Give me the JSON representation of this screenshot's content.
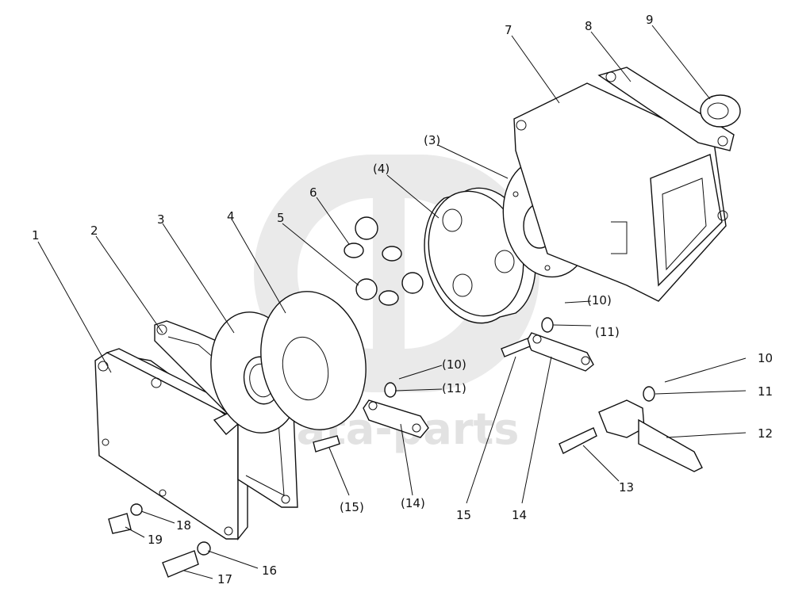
{
  "watermark": {
    "text": "data-parts",
    "logo_color": "#cfcfcf"
  },
  "callouts": [
    {
      "id": "c1",
      "label": "1"
    },
    {
      "id": "c2",
      "label": "2"
    },
    {
      "id": "c3",
      "label": "3"
    },
    {
      "id": "c4",
      "label": "4"
    },
    {
      "id": "c5",
      "label": "5"
    },
    {
      "id": "c6",
      "label": "6"
    },
    {
      "id": "c7",
      "label": "7"
    },
    {
      "id": "c8",
      "label": "8"
    },
    {
      "id": "c9",
      "label": "9"
    },
    {
      "id": "c3b",
      "label": "(3)"
    },
    {
      "id": "c4b",
      "label": "(4)"
    },
    {
      "id": "c10a",
      "label": "(10)"
    },
    {
      "id": "c11a",
      "label": "(11)"
    },
    {
      "id": "c10b",
      "label": "(10)"
    },
    {
      "id": "c11b",
      "label": "(11)"
    },
    {
      "id": "c10c",
      "label": "10"
    },
    {
      "id": "c11c",
      "label": "11"
    },
    {
      "id": "c12",
      "label": "12"
    },
    {
      "id": "c13",
      "label": "13"
    },
    {
      "id": "c15b",
      "label": "(15)"
    },
    {
      "id": "c14b",
      "label": "(14)"
    },
    {
      "id": "c15",
      "label": "15"
    },
    {
      "id": "c14",
      "label": "14"
    },
    {
      "id": "c18",
      "label": "18"
    },
    {
      "id": "c19",
      "label": "19"
    },
    {
      "id": "c16",
      "label": "16"
    },
    {
      "id": "c17",
      "label": "17"
    }
  ]
}
